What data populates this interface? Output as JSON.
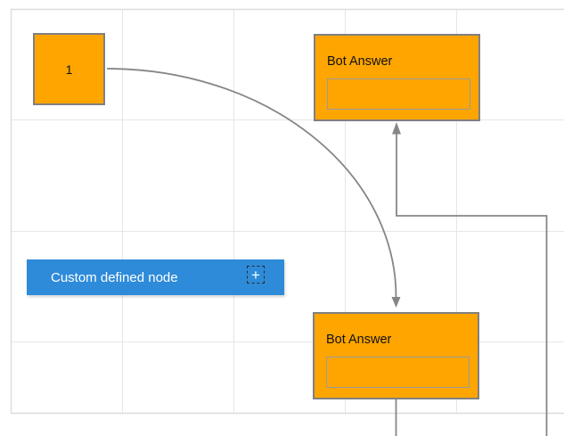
{
  "colors": {
    "node_orange": "#FFA500",
    "node_border": "#808080",
    "field_border": "#9B9B9B",
    "accent_blue": "#2E8BD9",
    "connector_gray": "#868686",
    "grid_line": "#E6E6E6",
    "canvas_border": "#DCDCDC",
    "text_dark": "#111111",
    "text_light": "#FFFFFF"
  },
  "diagram": {
    "start_node": {
      "label": "1"
    },
    "bot_answer_top": {
      "title": "Bot Answer",
      "field_value": ""
    },
    "bot_answer_bottom": {
      "title": "Bot Answer",
      "field_value": ""
    },
    "custom_node": {
      "label": "Custom defined node",
      "plus_glyph": "+"
    }
  }
}
